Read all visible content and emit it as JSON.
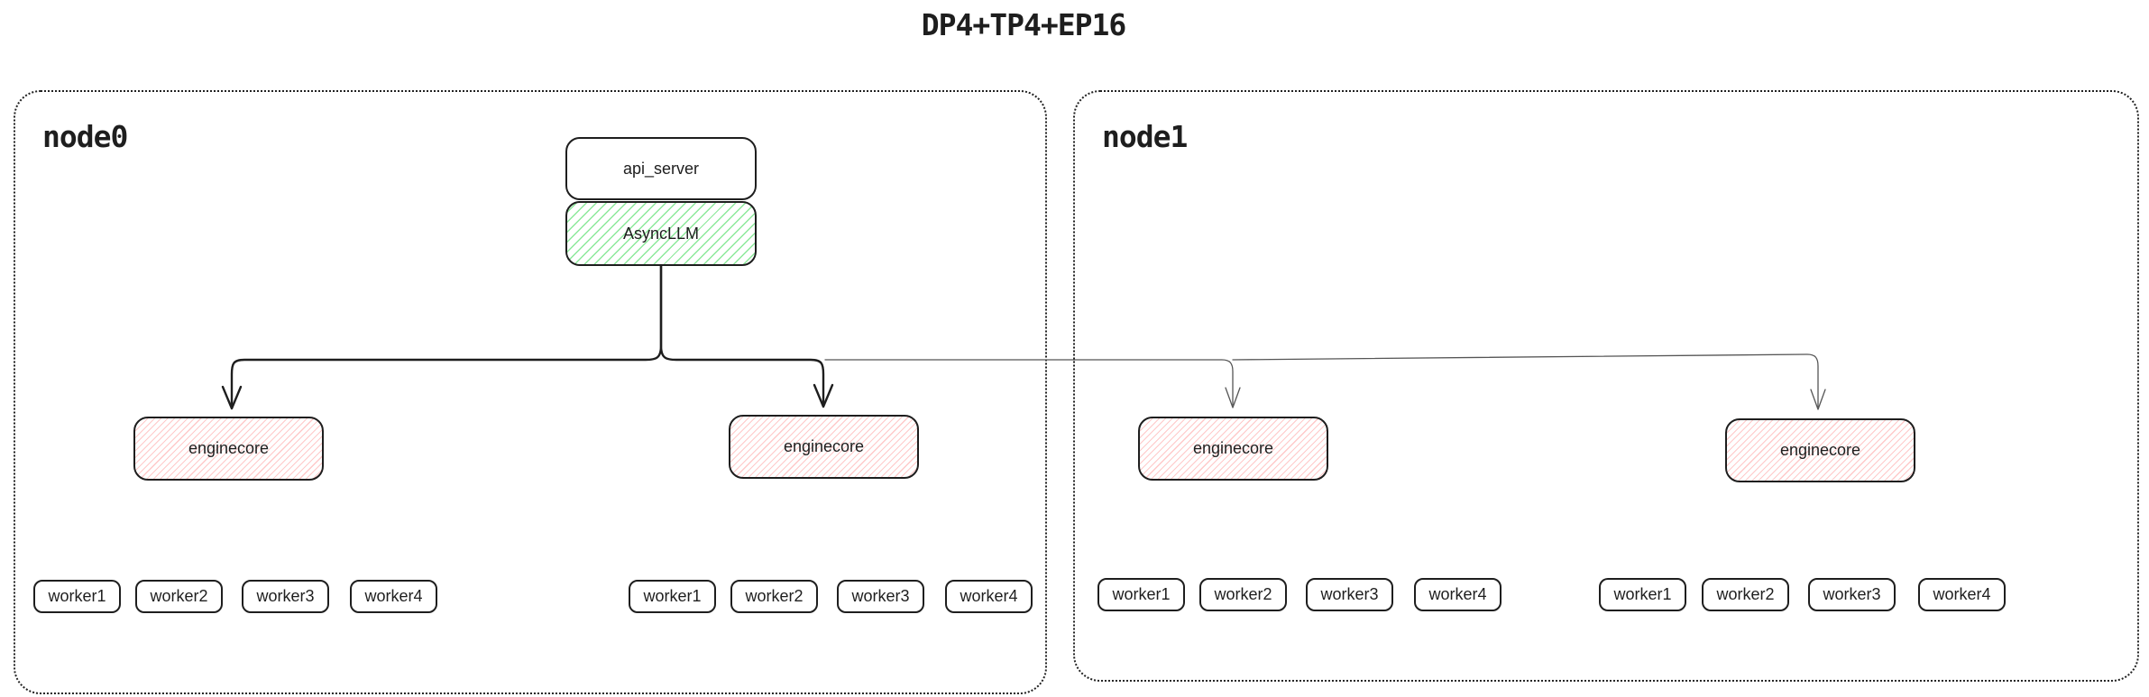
{
  "title": "DP4+TP4+EP16",
  "nodes": [
    {
      "label": "node0",
      "api_server_label": "api_server",
      "async_llm_label": "AsyncLLM",
      "engines": [
        {
          "label": "enginecore",
          "workers": [
            "worker1",
            "worker2",
            "worker3",
            "worker4"
          ]
        },
        {
          "label": "enginecore",
          "workers": [
            "worker1",
            "worker2",
            "worker3",
            "worker4"
          ]
        }
      ]
    },
    {
      "label": "node1",
      "engines": [
        {
          "label": "enginecore",
          "workers": [
            "worker1",
            "worker2",
            "worker3",
            "worker4"
          ]
        },
        {
          "label": "enginecore",
          "workers": [
            "worker1",
            "worker2",
            "worker3",
            "worker4"
          ]
        }
      ]
    }
  ],
  "colors": {
    "stroke": "#1e1e1e",
    "node_border": "#222222",
    "green_hatch": "#8ce99a",
    "red_hatch": "#ffc9c9",
    "thin_arrow": "#555555",
    "background": "#ffffff"
  }
}
